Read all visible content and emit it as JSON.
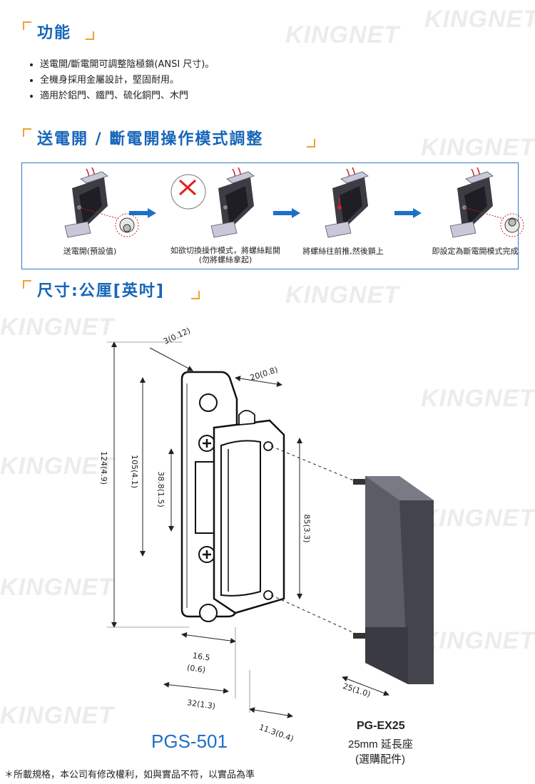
{
  "watermark": "KINGNET",
  "features": {
    "title": "功能",
    "items": [
      "送電開/斷電開可調整陰極鎖(ANSI 尺寸)。",
      "全機身採用金屬設計，堅固耐用。",
      "適用於鋁門、鐵門、硫化銅門、木門"
    ]
  },
  "mode": {
    "title": "送電開 / 斷電開操作模式調整",
    "steps": [
      {
        "caption": "送電開(預設值)"
      },
      {
        "caption": "如欲切換操作模式，將螺絲鬆開",
        "caption2": "(勿將螺絲拿起)"
      },
      {
        "caption": "將螺絲往前推,然後鎖上"
      },
      {
        "caption": "即設定為斷電開模式完成"
      }
    ]
  },
  "dimensions": {
    "title": "尺寸:公厘[英吋]",
    "labels": {
      "d1": "3(0.12)",
      "d2": "20(0.8)",
      "d3": "124(4.9)",
      "d4": "105(4.1)",
      "d5": "38.8(1.5)",
      "d6": "85(3.3)",
      "d7a": "16.5",
      "d7b": "(0.6)",
      "d8": "32(1.3)",
      "d9": "11.3(0.4)",
      "d10": "25(1.0)"
    },
    "model_main": "PGS-501",
    "accessory": {
      "model": "PG-EX25",
      "line1": "25mm 延長座",
      "line2": "(選購配件)"
    }
  },
  "footnote": "＊所載規格，本公司有修改權利，如與實品不符，以實品為準",
  "colors": {
    "accent": "#1565b8",
    "bracket": "#f0a030",
    "arrow": "#1e6fc8"
  }
}
